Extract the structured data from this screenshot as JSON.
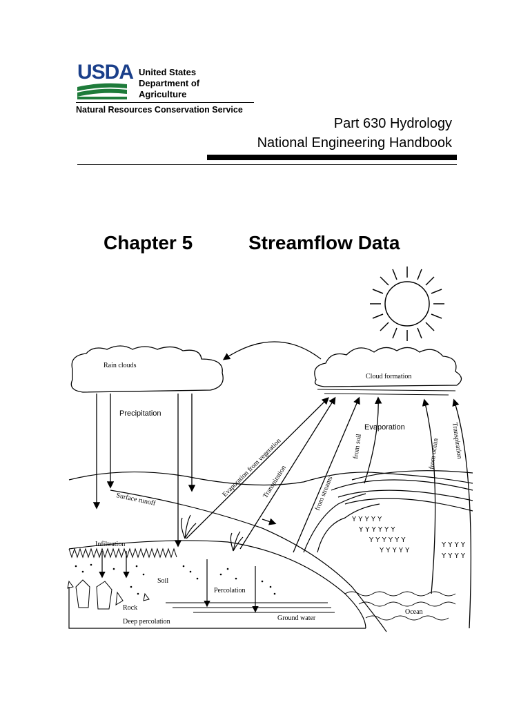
{
  "header": {
    "logo_text": "USDA",
    "department_lines": [
      "United States",
      "Department of",
      "Agriculture"
    ],
    "agency": "Natural Resources Conservation Service",
    "part": "Part 630 Hydrology",
    "handbook": "National Engineering Handbook"
  },
  "chapter": {
    "number_label": "Chapter 5",
    "title": "Streamflow Data"
  },
  "diagram": {
    "labels": {
      "rain_clouds": "Rain clouds",
      "cloud_formation": "Cloud formation",
      "precipitation": "Precipitation",
      "evaporation": "Evaporation",
      "evap_vegetation": "Evaporation from vegetation",
      "transpiration": "Transpiration",
      "from_streams": "from streams",
      "from_soil": "from soil",
      "from_ocean": "from ocean",
      "transpiration_right": "Transpiration",
      "surface_runoff": "Surface runoff",
      "infiltration": "Infiltration",
      "soil": "Soil",
      "percolation": "Percolation",
      "rock": "Rock",
      "deep_percolation": "Deep percolation",
      "ground_water": "Ground water",
      "ocean": "Ocean"
    }
  }
}
